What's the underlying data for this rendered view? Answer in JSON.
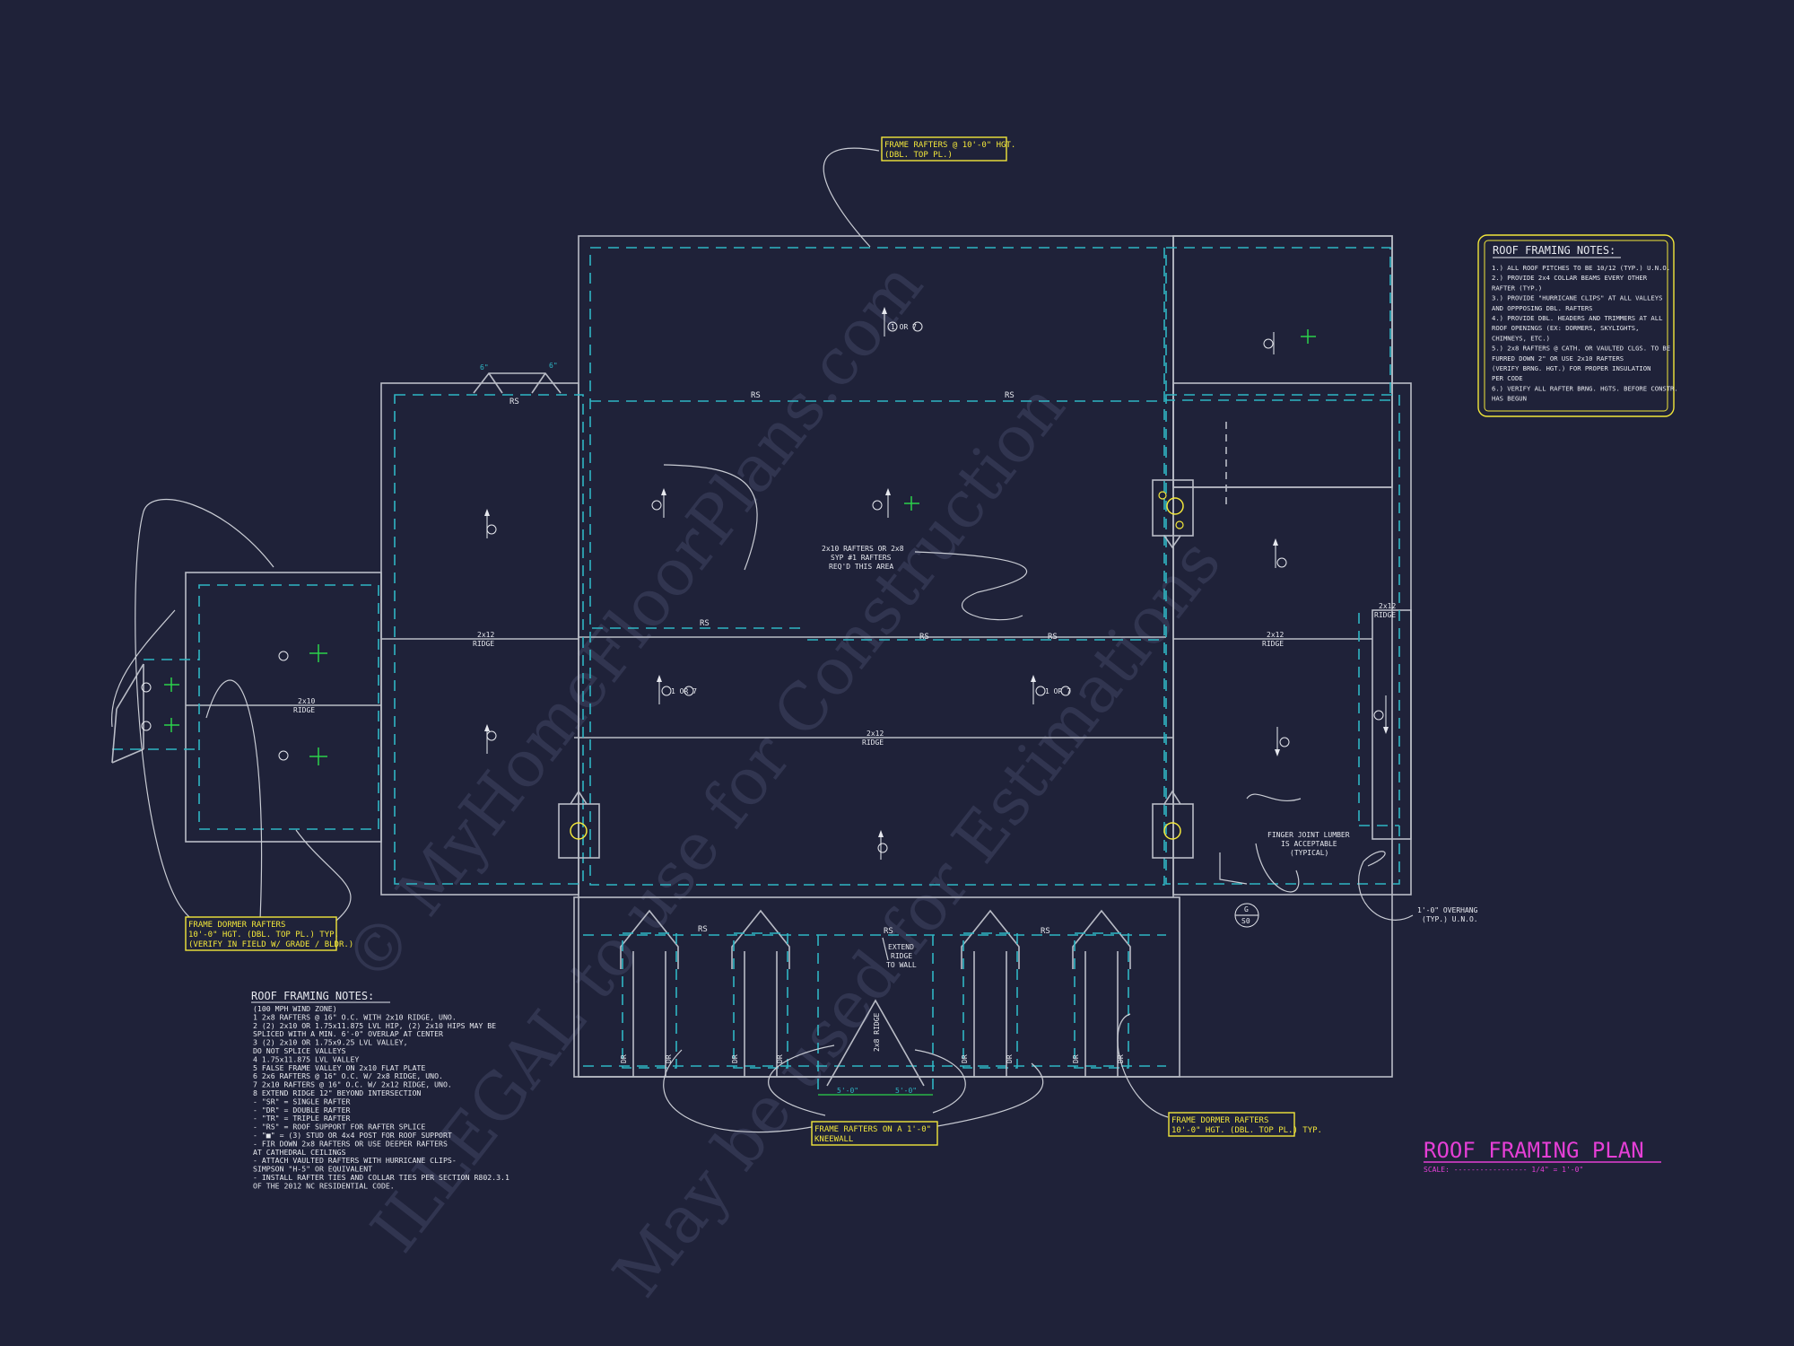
{
  "watermark": {
    "lines": [
      "© MyHomeFloorPlans.com",
      "ILLEGAL to use for Construction",
      "May be used for Estimations"
    ],
    "color": "#3a3e57"
  },
  "colors": {
    "background": "#1f2239",
    "cyan": "#2fb6c4",
    "yellow": "#f2e63a",
    "magenta": "#e53fd6",
    "green": "#2bd24a",
    "line": "#b9bcc6"
  },
  "callouts": {
    "top": [
      "FRAME RAFTERS @ 10'-0\" HGT.",
      "(DBL. TOP PL.)"
    ],
    "dormer_left": [
      "FRAME DORMER RAFTERS",
      "10'-0\" HGT. (DBL. TOP PL.) TYP.",
      "(VERIFY IN FIELD W/ GRADE / BLDR.)"
    ],
    "kneewall": [
      "FRAME RAFTERS ON A 1'-0\"",
      "KNEEWALL"
    ],
    "dormer_right": [
      "FRAME DORMER RAFTERS",
      "10'-0\" HGT. (DBL. TOP PL.) TYP."
    ]
  },
  "labels": {
    "rs": "RS",
    "dr": "DR",
    "ridge_2x12": [
      "2x12",
      "RIDGE"
    ],
    "ridge_2x10": [
      "2x10",
      "RIDGE"
    ],
    "center_note": [
      "2x10 RAFTERS OR 2x8",
      "SYP #1 RAFTERS",
      "REQ'D THIS AREA"
    ],
    "extend_ridge": [
      "EXTEND",
      "RIDGE",
      "TO WALL"
    ],
    "finger_joint": [
      "FINGER JOINT LUMBER",
      "IS ACCEPTABLE",
      "(TYPICAL)"
    ],
    "overhang": [
      "1'-0\" OVERHANG",
      "(TYP.) U.N.O."
    ],
    "one_or_seven": "1 OR 7",
    "dim_5": "5'-0\"",
    "dim_6": "6\"",
    "ridge_2x8": "2x8 RIDGE",
    "g_tag": [
      "G",
      "S0"
    ]
  },
  "notes_right": {
    "title": "ROOF FRAMING NOTES:",
    "items": [
      "1.) ALL ROOF PITCHES TO BE 10/12 (TYP.) U.N.O.",
      "2.) PROVIDE 2x4 COLLAR BEAMS EVERY OTHER",
      "    RAFTER (TYP.)",
      "3.) PROVIDE \"HURRICANE CLIPS\" AT ALL VALLEYS",
      "    AND OPPPOSING DBL. RAFTERS",
      "4.) PROVIDE DBL. HEADERS AND TRIMMERS AT ALL",
      "    ROOF OPENINGS (EX: DORMERS, SKYLIGHTS,",
      "    CHIMNEYS, ETC.)",
      "5.) 2x8 RAFTERS @ CATH. OR VAULTED CLGS. TO BE",
      "    FURRED DOWN 2\" OR USE 2x10 RAFTERS",
      "    (VERIFY BRNG. HGT.) FOR PROPER INSULATION",
      "    PER CODE",
      "6.) VERIFY ALL RAFTER BRNG. HGTS. BEFORE CONSTR.",
      "    HAS BEGUN"
    ]
  },
  "notes_left": {
    "title": "ROOF FRAMING NOTES:",
    "items": [
      "    (100 MPH WIND ZONE)",
      "1  2x8 RAFTERS @ 16\" O.C. WITH 2x10 RIDGE, UNO.",
      "2  (2) 2x10 OR 1.75x11.875 LVL HIP, (2) 2x10 HIPS MAY BE",
      "   SPLICED WITH A MIN. 6'-0\" OVERLAP AT CENTER",
      "3  (2) 2x10 OR 1.75x9.25 LVL VALLEY,",
      "   DO NOT SPLICE VALLEYS",
      "4  1.75x11.875 LVL VALLEY",
      "5  FALSE FRAME VALLEY ON 2x10 FLAT PLATE",
      "6  2x6 RAFTERS @ 16\" O.C. W/ 2x8 RIDGE, UNO.",
      "7  2x10 RAFTERS @ 16\" O.C. W/ 2x12 RIDGE, UNO.",
      "8  EXTEND RIDGE 12\" BEYOND INTERSECTION",
      "-  \"SR\" = SINGLE RAFTER",
      "-  \"DR\" = DOUBLE RAFTER",
      "-  \"TR\" = TRIPLE RAFTER",
      "-  \"RS\" = ROOF SUPPORT FOR RAFTER SPLICE",
      "-  \"■\" = (3) STUD OR 4x4 POST FOR ROOF SUPPORT",
      "-  FIR DOWN 2x8 RAFTERS OR USE DEEPER RAFTERS",
      "   AT CATHEDRAL CEILINGS",
      "-  ATTACH VAULTED RAFTERS WITH HURRICANE CLIPS-",
      "   SIMPSON \"H-5\" OR EQUIVALENT",
      "-  INSTALL RAFTER TIES AND COLLAR TIES PER SECTION R802.3.1",
      "   OF THE 2012 NC RESIDENTIAL CODE."
    ]
  },
  "title_block": {
    "title": "ROOF FRAMING PLAN",
    "scale": "SCALE: ----------------- 1/4\" = 1'-0\""
  }
}
